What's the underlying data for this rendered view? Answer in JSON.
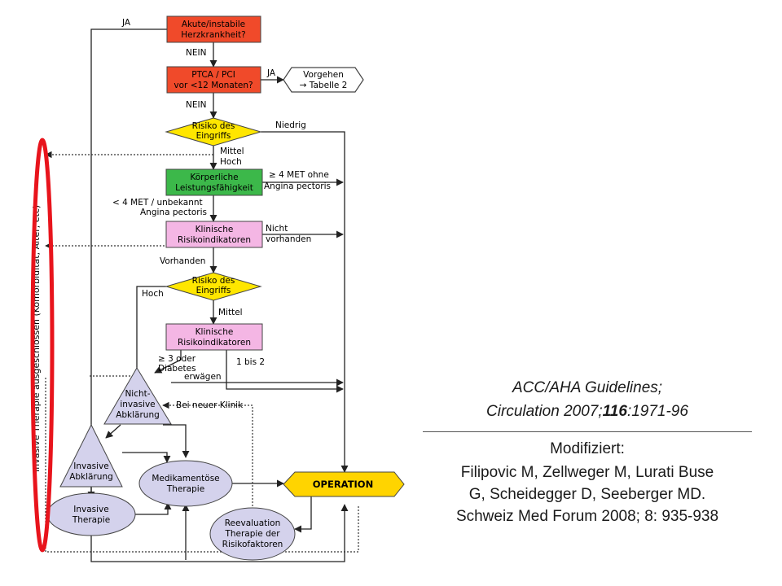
{
  "nodes": {
    "akute": {
      "lines": [
        "Akute/instabile",
        "Herzkrankheit?"
      ]
    },
    "ptca": {
      "lines": [
        "PTCA / PCI",
        "vor <12 Monaten?"
      ]
    },
    "vorgehen": {
      "lines": [
        "Vorgehen",
        "→ Tabelle 2"
      ]
    },
    "risiko1": {
      "lines": [
        "Risiko des",
        "Eingriffs"
      ]
    },
    "koerper": {
      "lines": [
        "Körperliche",
        "Leistungsfähigkeit"
      ]
    },
    "klin1": {
      "lines": [
        "Klinische",
        "Risikoindikatoren"
      ]
    },
    "risiko2": {
      "lines": [
        "Risiko des",
        "Eingriffs"
      ]
    },
    "klin2": {
      "lines": [
        "Klinische",
        "Risikoindikatoren"
      ]
    },
    "nicht": {
      "lines": [
        "Nicht-",
        "invasive",
        "Abklärung"
      ]
    },
    "invabkl": {
      "lines": [
        "Invasive",
        "Abklärung"
      ]
    },
    "medik": {
      "lines": [
        "Medikamentöse",
        "Therapie"
      ]
    },
    "invther": {
      "lines": [
        "Invasive",
        "Therapie"
      ]
    },
    "reeval": {
      "lines": [
        "Reevaluation",
        "Therapie der",
        "Risikofaktoren"
      ]
    },
    "operation": {
      "lines": [
        "OPERATION"
      ]
    }
  },
  "edge_labels": {
    "ja_top": [
      "JA"
    ],
    "nein1": [
      "NEIN"
    ],
    "ja_ptca": [
      "JA"
    ],
    "nein2": [
      "NEIN"
    ],
    "niedrig": [
      "Niedrig"
    ],
    "mittel_hoch": [
      "Mittel",
      "Hoch"
    ],
    "met_ohne": [
      "≥ 4 MET ohne",
      "Angina pectoris"
    ],
    "met_unbekannt": [
      "< 4 MET / unbekannt",
      "Angina pectoris"
    ],
    "nicht_vorhanden": [
      "Nicht",
      "vorhanden"
    ],
    "vorhanden": [
      "Vorhanden"
    ],
    "hoch": [
      "Hoch"
    ],
    "mittel": [
      "Mittel"
    ],
    "ge3": [
      "≥ 3 oder",
      "Diabetes"
    ],
    "bis2": [
      "1 bis 2"
    ],
    "erwaegen": [
      "erwägen"
    ],
    "neuer_klinik": [
      "Bei neuer Klinik"
    ]
  },
  "vertical_text": "Invasive Therapie ausgeschlossen (Komorbidität, Alter, etc)",
  "citation": {
    "line1": "ACC/AHA Guidelines;",
    "line2_prefix": "Circulation 2007;",
    "line2_volume": "116",
    "line2_suffix": ":1971-96",
    "modified": "Modifiziert:",
    "reference_lines": [
      "Filipovic M, Zellweger M, Lurati Buse",
      "G, Scheidegger D, Seeberger MD.",
      "Schweiz Med Forum 2008; 8: 935-938"
    ]
  },
  "colors": {
    "red_box": "#f04a2a",
    "yellow_diamond": "#ffe600",
    "green_box": "#3cb84a",
    "pink_box": "#f4b6e4",
    "lavender": "#d4d2ec",
    "operation": "#ffd400",
    "highlight_ellipse": "#e8141c"
  }
}
